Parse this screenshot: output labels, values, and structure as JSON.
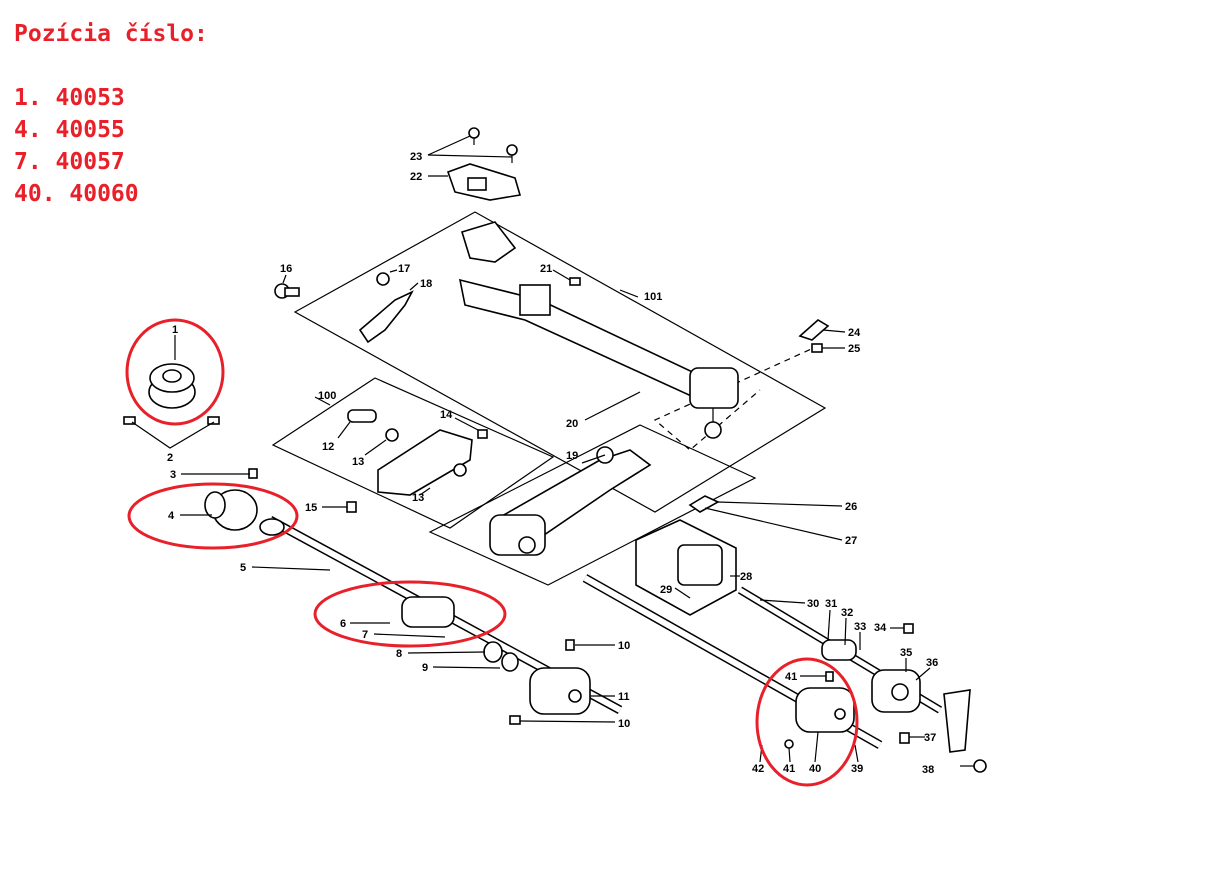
{
  "header": {
    "title": "Pozícia číslo:",
    "items": [
      "1. 40053",
      "4. 40055",
      "7. 40057",
      "40. 40060"
    ]
  },
  "labels": {
    "l1": "1",
    "l2": "2",
    "l3": "3",
    "l4": "4",
    "l5": "5",
    "l6": "6",
    "l7": "7",
    "l8": "8",
    "l9": "9",
    "l10a": "10",
    "l10b": "10",
    "l11": "11",
    "l12": "12",
    "l13a": "13",
    "l13b": "13",
    "l14": "14",
    "l15": "15",
    "l16": "16",
    "l17": "17",
    "l18": "18",
    "l19": "19",
    "l20": "20",
    "l21": "21",
    "l22": "22",
    "l23": "23",
    "l24": "24",
    "l25": "25",
    "l26": "26",
    "l27": "27",
    "l28": "28",
    "l29": "29",
    "l30": "30",
    "l31": "31",
    "l32": "32",
    "l33": "33",
    "l34": "34",
    "l35": "35",
    "l36": "36",
    "l37": "37",
    "l38": "38",
    "l39": "39",
    "l40": "40",
    "l41a": "41",
    "l41b": "41",
    "l42": "42",
    "l100": "100",
    "l101": "101"
  },
  "colors": {
    "highlight": "#e8202a",
    "ink": "#000000"
  }
}
